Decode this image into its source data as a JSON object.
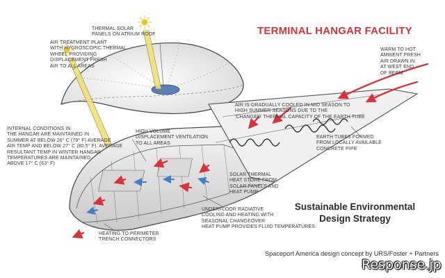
{
  "title": "TERMINAL HANGAR FACILITY",
  "strategy_title": [
    "Sustainable Environmental",
    "Design Strategy"
  ],
  "credit": "Spaceport America design concept by URS/Foster + Partners",
  "watermark": "Response.jp",
  "callouts": {
    "air_treatment": "AIR TREATMENT PLANT\nWITH HYGROSCOPIC THERMAL\nWHEEL PROVIDING\nDISPLACEMENT FRESH\nAIR TO ALL AREAS",
    "solar_panels": "THERMAL SOLAR\nPANELS ON ATRIUM ROOF",
    "warm_air": "WARM TO HOT\nAMBIENT FRESH\nAIR DRAWN IN\nAT WEST END\nOF BERM",
    "cooled_air": "AIR IS GRADUALLY COOLED IN MID SEASON TO\nHIGH SUMMER SEASONS DUE TO THE\n'CHANGED' THERMAL CAPACITY OF THE EARTH TUBE",
    "internal_conditions": "INTERNAL CONDITIONS IN\nTHE HANGAR ARE MAINTAINED IN\nSUMMER AT BELOW 26° C (79° F) AVERAGE\nAIR TEMP AND BELOW 27° C (80.5° F). AVERAGE\nRESULTANT TEMP IN WINTER HANGAR\nTEMPERATURES ARE MAINTAINED\nABOVE 17° C (63° F)",
    "ventilation": "HIGH VOLUME\nDISPLACEMENT VENTILATION\nTO ALL AREAS",
    "earth_tubes": "EARTH TUBES FORMED\nFROM LOCALLY AVAILABLE\nCONCRETE PIPE",
    "solar_thermal": "SOLAR THERMAL\nHEAT STORE FROM\nSOLAR PANELS AND\nHEAT PUMP",
    "underfloor": "UNDERFLOOR RADIATIVE\nCOOLING AND HEATING WITH\nSEASONAL CHANGEOVER\nHEAT PUMP PROVIDES FLUID TEMPERATURES",
    "perimeter": "HEATING TO PERIMETER\nTRENCH CONNECTORS"
  },
  "colors": {
    "title": "#d7333b",
    "warm_arrow": "#d7333b",
    "cool_arrow": "#3f7fc7",
    "shaft": "#e6d35a",
    "sun": "#e8c72a"
  }
}
